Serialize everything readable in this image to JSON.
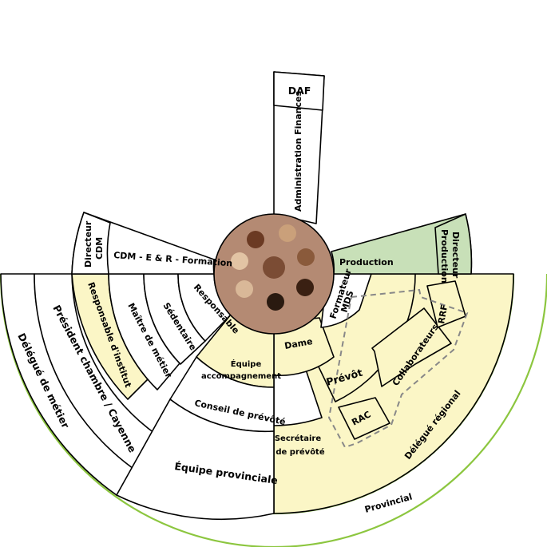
{
  "labels": {
    "daf": "DAF",
    "administration_finances": "Administration Finances",
    "directeur_cdm": [
      "Directeur",
      "CDM"
    ],
    "cdm_formation": "CDM - E & R - Formation",
    "production": "Production",
    "directeur_production": [
      "Directeur",
      "Production"
    ],
    "responsable_institut": "Responsable d'institut",
    "maitre_metier": "Maître de métier",
    "sedentaire": "Sédentaire",
    "responsable": "Responsable",
    "equipe_accompagnement": [
      "Équipe",
      "accompagnement"
    ],
    "conseil_prevote": "Conseil de prévôté",
    "equipe_provinciale": "Équipe provinciale",
    "formateur_mds": [
      "Formateur",
      "MDS"
    ],
    "dame": "Dame",
    "prevot": "Prévôt",
    "collaborateurs": "Collaborateurs",
    "rrf": "RRF",
    "rac": "RAC",
    "secretaire_prevote": [
      "Secrétaire",
      "de prévôté"
    ],
    "delegue_regional": "Délégué régional",
    "president_chambre": "Président chambre / Cayenne",
    "delegue_metier": "Délégué de métier",
    "provincial": "Provincial"
  },
  "colors": {
    "yellow_fill": "#fbf6c6",
    "green_fill": "#c8e0b8",
    "green_ring": "#8cc63f",
    "dashed_outline": "#888888"
  },
  "center_image": "group-photo"
}
